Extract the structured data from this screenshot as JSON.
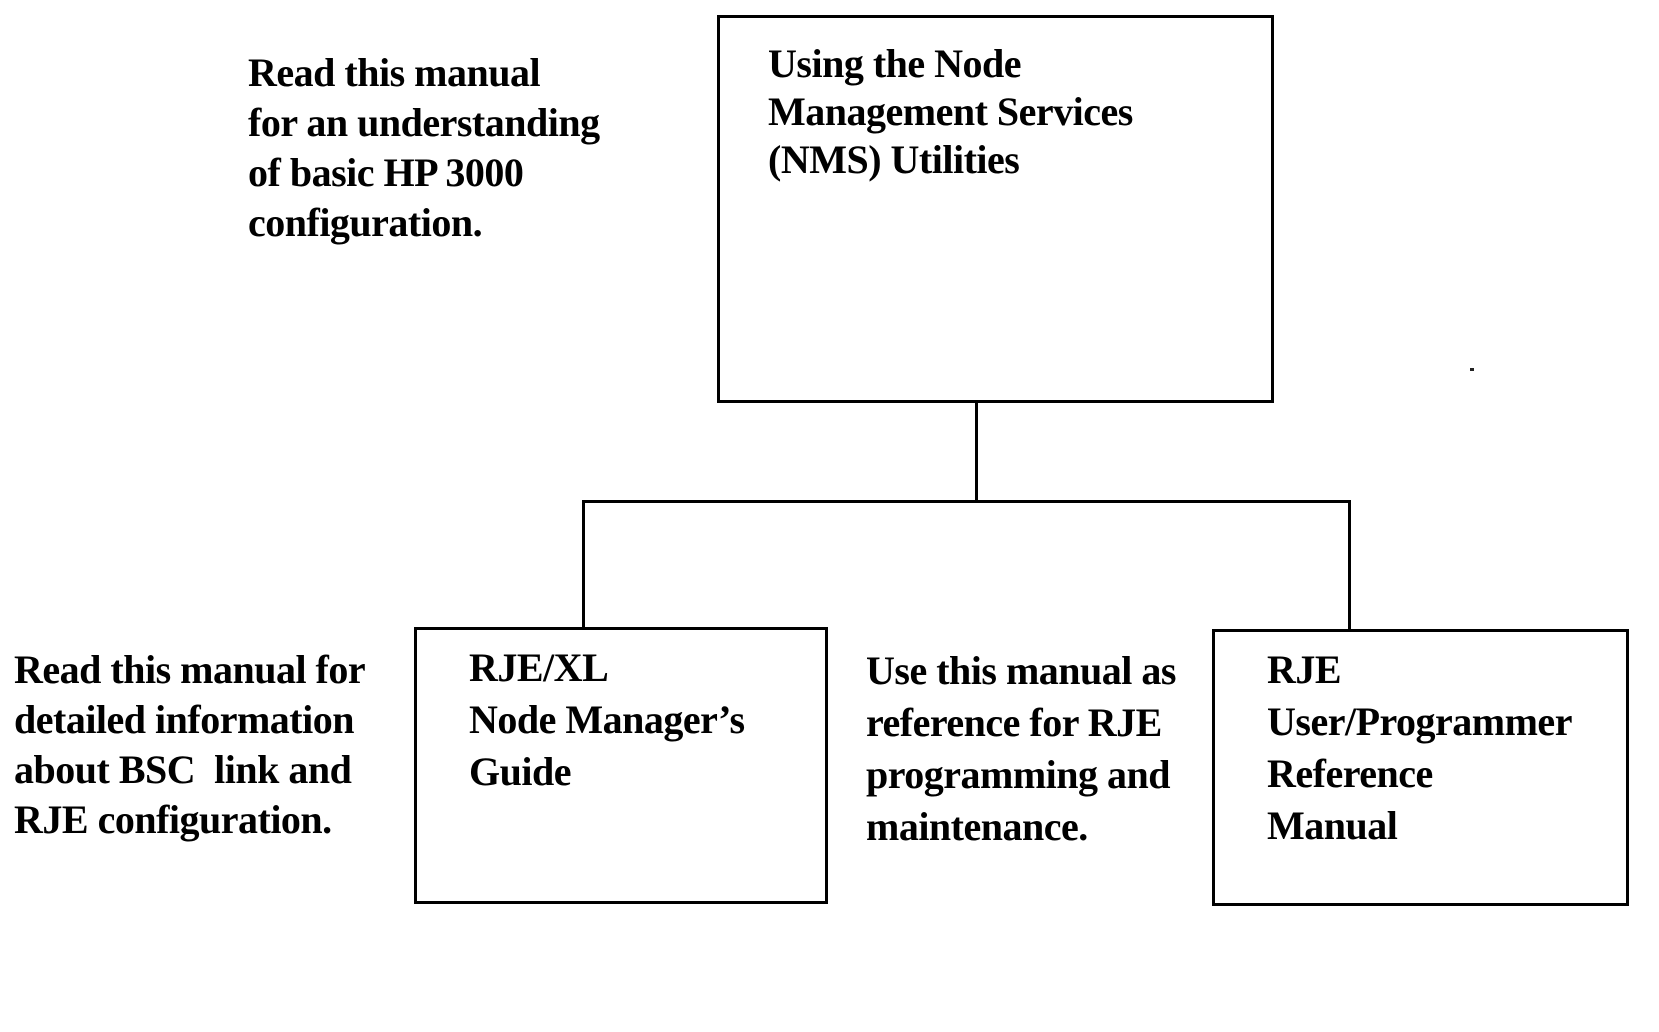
{
  "diagram": {
    "background_color": "#ffffff",
    "ink_color": "#000000",
    "nodes": {
      "top": {
        "lines": [
          "Using the Node",
          "Management Services",
          "(NMS) Utilities"
        ]
      },
      "left": {
        "lines": [
          "RJE/XL",
          "Node Manager’s",
          "Guide"
        ]
      },
      "right": {
        "lines": [
          "RJE",
          "User/Programmer",
          "Reference",
          "Manual"
        ]
      }
    },
    "annotations": {
      "top_left": {
        "lines": [
          "Read this manual",
          "for an understanding",
          "of basic HP 3000",
          "configuration."
        ]
      },
      "bottom_left": {
        "lines": [
          "Read this manual for",
          "detailed information",
          "about BSC  link and",
          "RJE configuration."
        ]
      },
      "middle": {
        "lines": [
          "Use this manual as",
          "reference for RJE",
          "programming and",
          "maintenance."
        ]
      }
    }
  }
}
